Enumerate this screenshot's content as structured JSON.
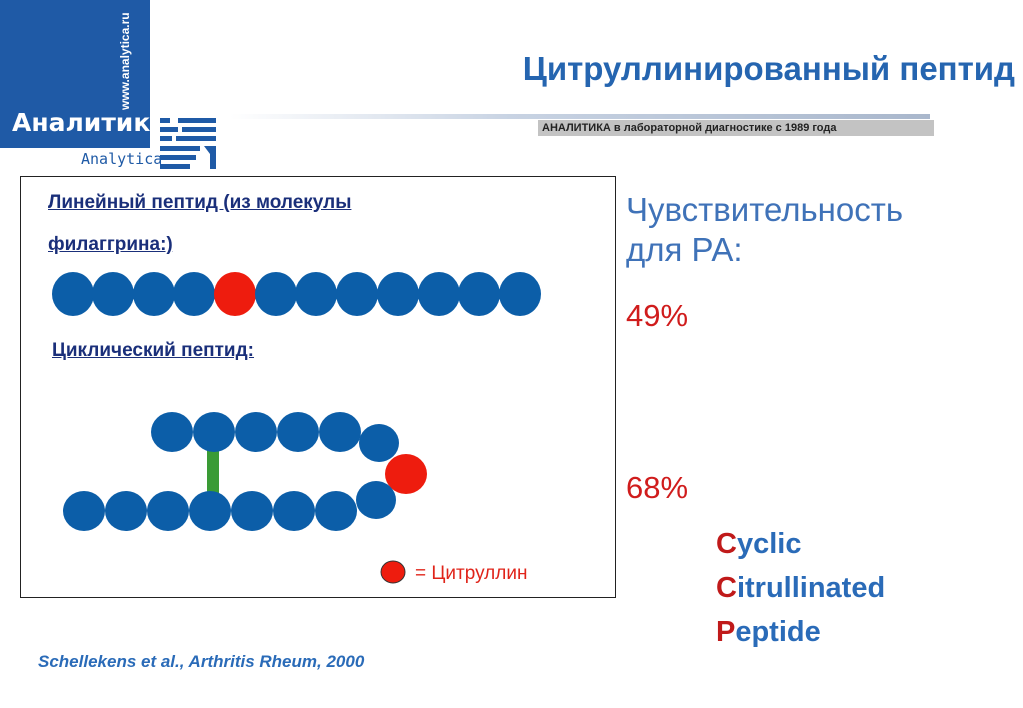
{
  "logo": {
    "url": "www.analytica.ru",
    "name_ru": "Аналитика",
    "name_en": "Analytica",
    "color": "#1f5aa6"
  },
  "header": {
    "title": "Цитруллинированный пептид",
    "tagline": "АНАЛИТИКА в лабораторной диагностике с 1989 года"
  },
  "panel": {
    "linear_caption_line1": "Линейный пептид (из молекулы",
    "linear_caption_line2": "филаггрина:)",
    "cyclic_caption": "Циклический пептид:",
    "legend_label": "= Цитруллин",
    "colors": {
      "amino_acid": "#0c5ea8",
      "citrulline": "#ee1c0e",
      "bond": "#3a9b35"
    }
  },
  "sensitivity": {
    "heading_line1": "Чувствительность",
    "heading_line2": "для РА:",
    "linear_value": "49%",
    "cyclic_value": "68%"
  },
  "ccp": [
    {
      "initial": "C",
      "rest": "yclic"
    },
    {
      "initial": "C",
      "rest": "itrullinated"
    },
    {
      "initial": "P",
      "rest": "eptide"
    }
  ],
  "reference": "Schellekens et al., Arthritis Rheum, 2000"
}
